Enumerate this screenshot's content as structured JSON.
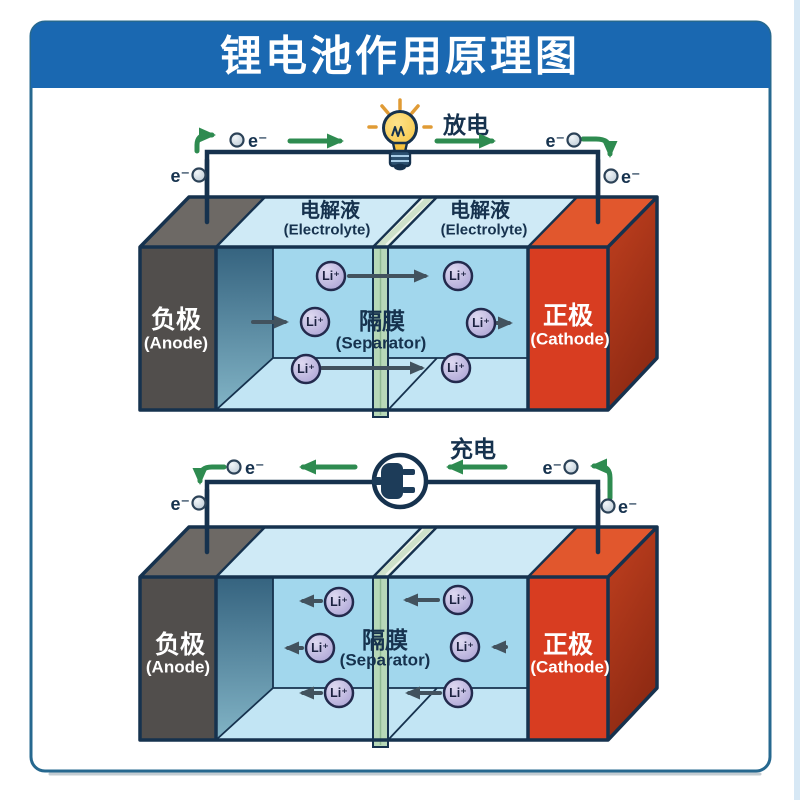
{
  "title": "锂电池作用原理图",
  "labels": {
    "electron": "e⁻",
    "ion": "Li⁺"
  },
  "discharge": {
    "mode_label": "放电",
    "anode_zh": "负极",
    "anode_en": "(Anode)",
    "cathode_zh": "正极",
    "cathode_en": "(Cathode)",
    "electrolyte_zh": "电解液",
    "electrolyte_en": "(Electrolyte)",
    "separator_zh": "隔膜",
    "separator_en": "(Separator)"
  },
  "charge": {
    "mode_label": "充电",
    "anode_zh": "负极",
    "anode_en": "(Anode)",
    "cathode_zh": "正极",
    "cathode_en": "(Cathode)",
    "separator_zh": "隔膜",
    "separator_en": "(Separator)"
  },
  "colors": {
    "header_blue": "#1a68b1",
    "frame_border": "#26688f",
    "outline_navy": "#16324e",
    "green_arrow": "#2e8b50",
    "ion_arrow_gray": "#42525e",
    "anode_front": "#514e4c",
    "anode_top": "#6d6965",
    "electrolyte": "#a2d7ed",
    "electrolyte_top": "#cfeaf6",
    "electrolyte_floor": "#c2e5f4",
    "separator": "#b7d8b8",
    "separator_top": "#cfe2ca",
    "cathode_front": "#d83d21",
    "cathode_top": "#e1572d",
    "ion_fill": "#b6b0db",
    "electron_fill": "#ccd7e1",
    "bulb_yellow": "#f8ca4d",
    "ray_orange": "#e09b35",
    "plug_navy": "#1d3c59",
    "right_edge_strip": "#d7e8f5"
  }
}
